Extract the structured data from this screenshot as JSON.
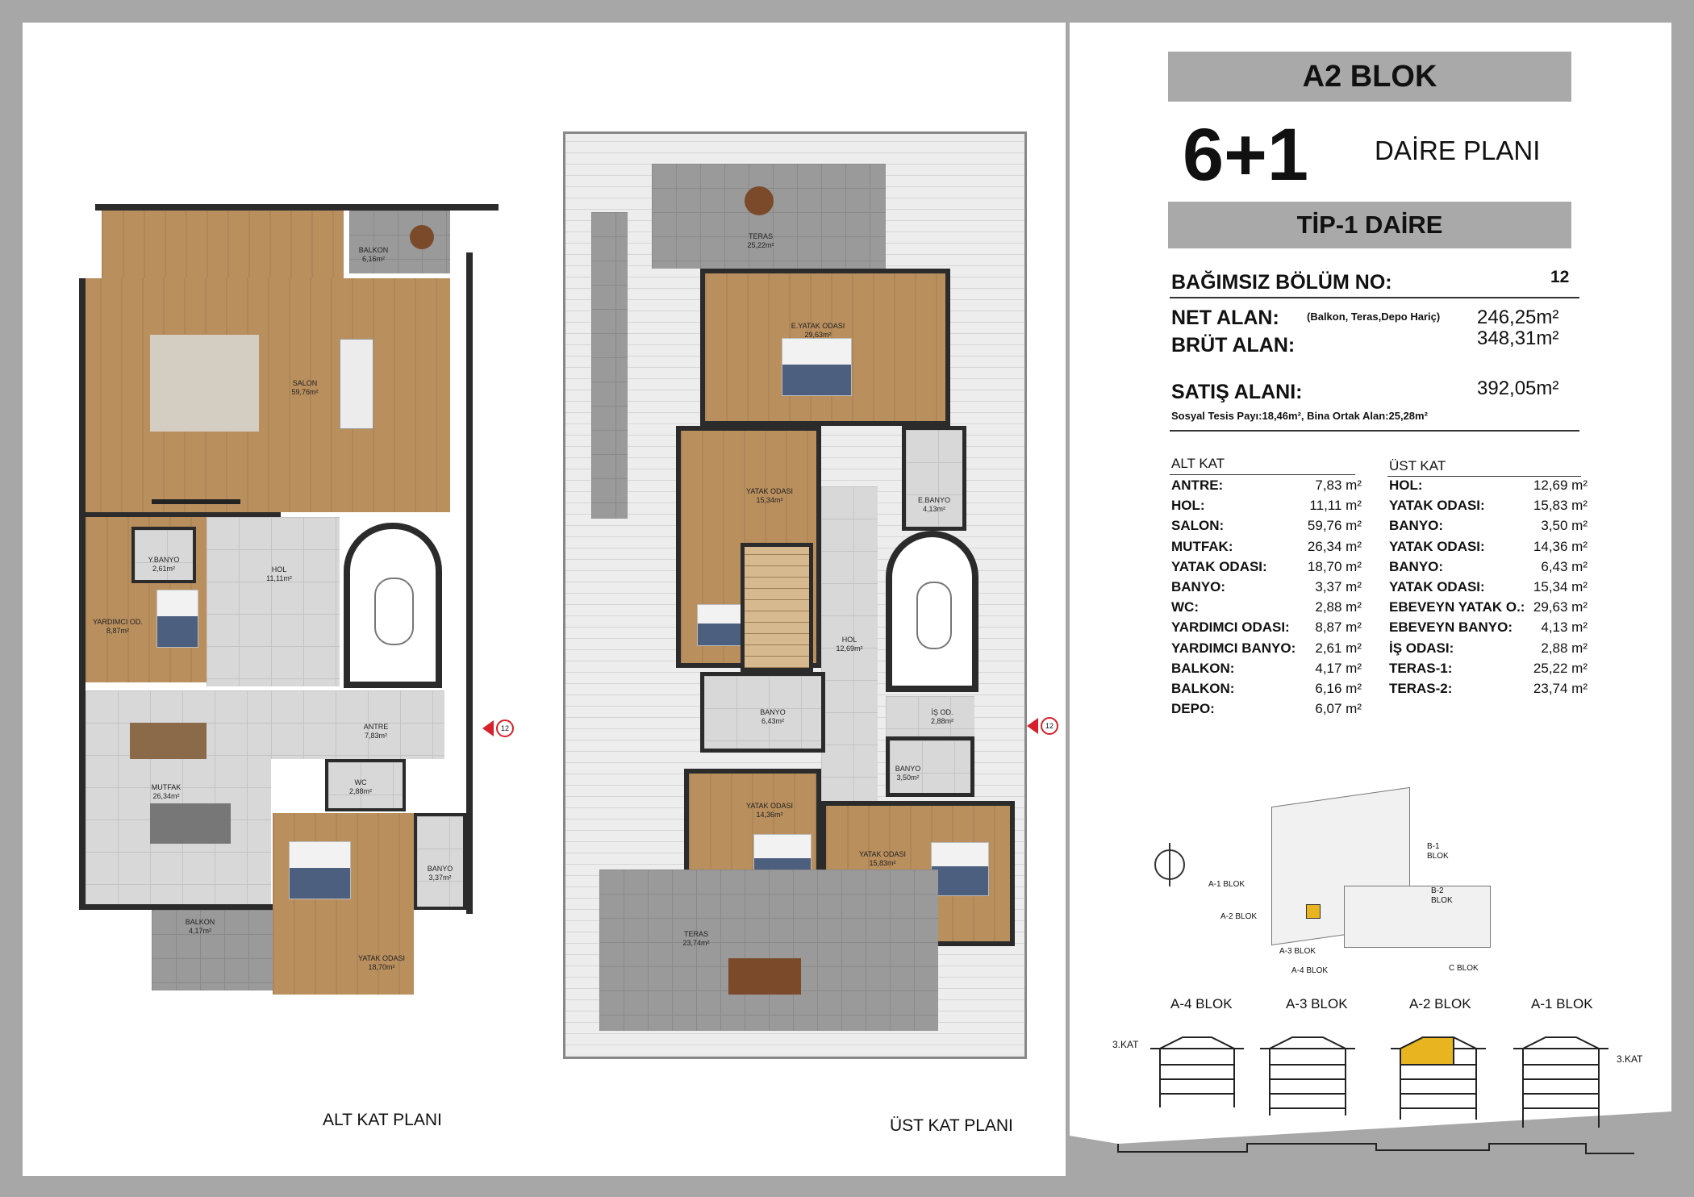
{
  "header": {
    "block": "A2 BLOK",
    "unit_type": "6+1",
    "plan_label": "DAİRE PLANI",
    "type_label": "TİP-1  DAİRE"
  },
  "info": {
    "unit_no_label": "BAĞIMSIZ BÖLÜM NO:",
    "unit_no": "12",
    "net_label": "NET ALAN:",
    "net_note": "(Balkon, Teras,Depo Hariç)",
    "net_value": "246,25m²",
    "gross_label": "BRÜT ALAN:",
    "gross_value": "348,31m²",
    "sale_label": "SATIŞ ALANI:",
    "sale_value": "392,05m²",
    "social_note": "Sosyal Tesis Payı:18,46m², Bina Ortak Alan:25,28m²"
  },
  "alt_kat": {
    "title": "ALT KAT",
    "rows": [
      {
        "label": "ANTRE:",
        "value": "7,83 m²"
      },
      {
        "label": "HOL:",
        "value": "11,11 m²"
      },
      {
        "label": "SALON:",
        "value": "59,76 m²"
      },
      {
        "label": "MUTFAK:",
        "value": "26,34 m²"
      },
      {
        "label": "YATAK ODASI:",
        "value": "18,70 m²"
      },
      {
        "label": "BANYO:",
        "value": "3,37 m²"
      },
      {
        "label": "WC:",
        "value": "2,88 m²"
      },
      {
        "label": "YARDIMCI ODASI:",
        "value": "8,87 m²"
      },
      {
        "label": "YARDIMCI BANYO:",
        "value": "2,61 m²"
      },
      {
        "label": "BALKON:",
        "value": "4,17 m²"
      },
      {
        "label": "BALKON:",
        "value": "6,16 m²"
      },
      {
        "label": "DEPO:",
        "value": "6,07 m²"
      }
    ]
  },
  "ust_kat": {
    "title": "ÜST KAT",
    "rows": [
      {
        "label": "HOL:",
        "value": "12,69 m²"
      },
      {
        "label": "YATAK ODASI:",
        "value": "15,83 m²"
      },
      {
        "label": "BANYO:",
        "value": "3,50 m²"
      },
      {
        "label": "YATAK ODASI:",
        "value": "14,36 m²"
      },
      {
        "label": "BANYO:",
        "value": "6,43 m²"
      },
      {
        "label": "YATAK ODASI:",
        "value": "15,34 m²"
      },
      {
        "label": "EBEVEYN YATAK O.:",
        "value": "29,63 m²"
      },
      {
        "label": "EBEVEYN BANYO:",
        "value": "4,13 m²"
      },
      {
        "label": "İŞ ODASI:",
        "value": "2,88 m²"
      },
      {
        "label": "TERAS-1:",
        "value": "25,22 m²"
      },
      {
        "label": "TERAS-2:",
        "value": "23,74 m²"
      }
    ]
  },
  "site_map": {
    "labels": [
      "B-1 BLOK",
      "B-2 BLOK",
      "A-1 BLOK",
      "A-2 BLOK",
      "A-3 BLOK",
      "A-4 BLOK",
      "C BLOK"
    ]
  },
  "elevation": {
    "blocks": [
      "A-4 BLOK",
      "A-3 BLOK",
      "A-2 BLOK",
      "A-1 BLOK"
    ],
    "floor_left": "3.KAT",
    "floor_right": "3.KAT"
  },
  "plans": {
    "alt_title": "ALT KAT PLANI",
    "ust_title": "ÜST KAT PLANI",
    "unit_marker": "12",
    "alt_rooms": [
      {
        "name": "SALON",
        "area": "59,76m²"
      },
      {
        "name": "BALKON",
        "area": "6,16m²"
      },
      {
        "name": "Y.BANYO",
        "area": "2,61m²"
      },
      {
        "name": "HOL",
        "area": "11,11m²"
      },
      {
        "name": "YARDIMCI OD.",
        "area": "8,87m²"
      },
      {
        "name": "ANTRE",
        "area": "7,83m²"
      },
      {
        "name": "WC",
        "area": "2,88m²"
      },
      {
        "name": "MUTFAK",
        "area": "26,34m²"
      },
      {
        "name": "BANYO",
        "area": "3,37m²"
      },
      {
        "name": "BALKON",
        "area": "4,17m²"
      },
      {
        "name": "YATAK ODASI",
        "area": "18,70m²"
      }
    ],
    "ust_rooms": [
      {
        "name": "TERAS",
        "area": "25,22m²"
      },
      {
        "name": "E.YATAK ODASI",
        "area": "29,63m²"
      },
      {
        "name": "YATAK ODASI",
        "area": "15,34m²"
      },
      {
        "name": "E.BANYO",
        "area": "4,13m²"
      },
      {
        "name": "HOL",
        "area": "12,69m²"
      },
      {
        "name": "BANYO",
        "area": "6,43m²"
      },
      {
        "name": "İŞ OD.",
        "area": "2,88m²"
      },
      {
        "name": "BANYO",
        "area": "3,50m²"
      },
      {
        "name": "YATAK ODASI",
        "area": "14,36m²"
      },
      {
        "name": "YATAK ODASI",
        "area": "15,83m²"
      },
      {
        "name": "TERAS",
        "area": "23,74m²"
      }
    ]
  },
  "colors": {
    "band": "#a9a9a9",
    "wood": "#b98f5e",
    "highlight": "#e8b420",
    "marker": "#d8202a"
  }
}
